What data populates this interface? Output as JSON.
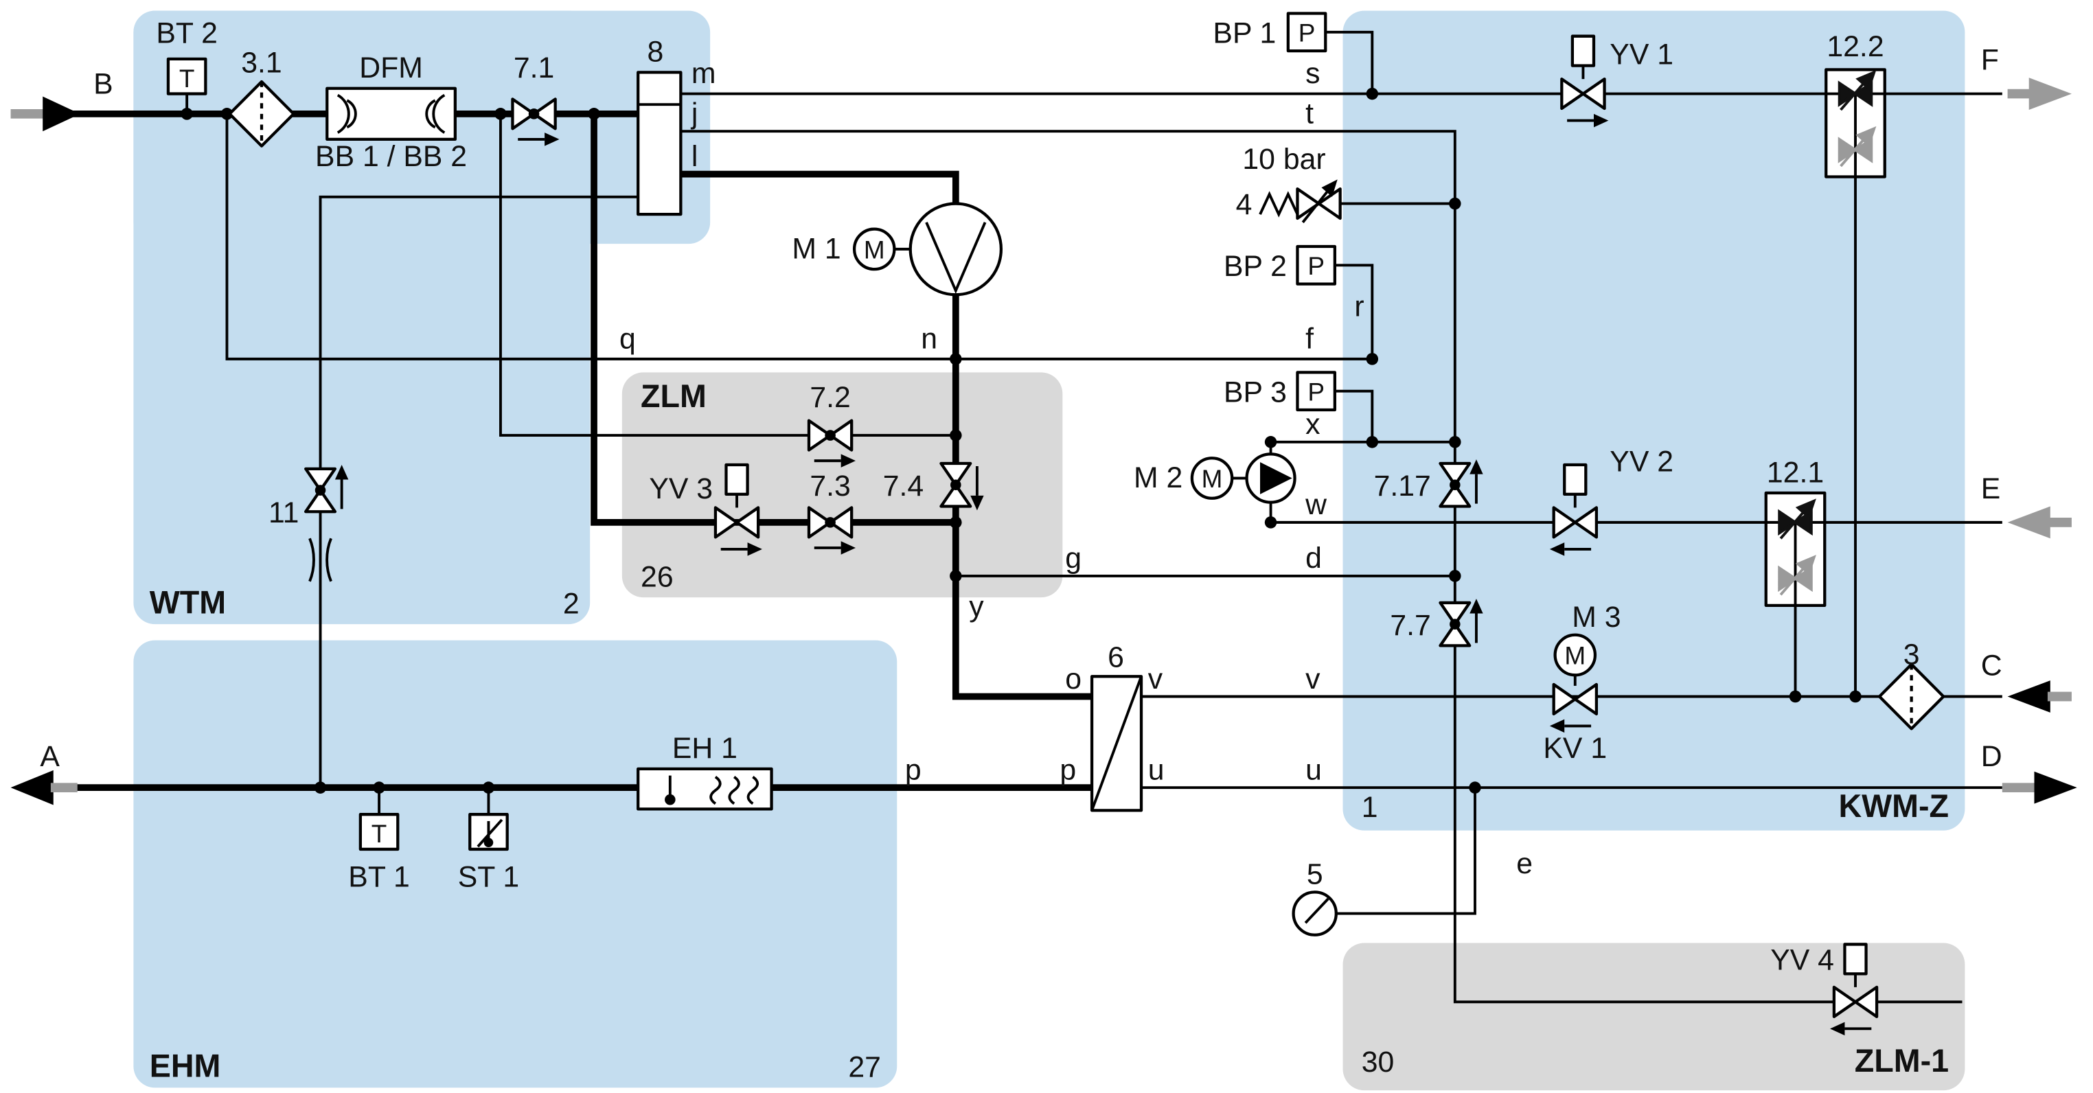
{
  "diagram": {
    "colors": {
      "module_blue": "#c4ddef",
      "module_gray": "#d9d9d9",
      "line_black": "#000000",
      "inactive_gray": "#9a9a9a"
    },
    "regions": {
      "wtm": {
        "name": "WTM",
        "number": "2"
      },
      "ehm": {
        "name": "EHM",
        "number": "27"
      },
      "zlm": {
        "name": "ZLM",
        "number": "26"
      },
      "kwm_z": {
        "name": "KWM-Z",
        "number": "1"
      },
      "zlm_1": {
        "name": "ZLM-1",
        "number": "30"
      }
    },
    "terminals": {
      "a": "A",
      "b": "B",
      "c": "C",
      "d": "D",
      "e": "E",
      "f": "F"
    },
    "ports": {
      "m": "m",
      "j": "j",
      "l": "l",
      "q": "q",
      "n": "n",
      "f": "f",
      "s": "s",
      "t": "t",
      "r": "r",
      "x": "x",
      "w": "w",
      "g": "g",
      "d": "d",
      "y": "y",
      "o": "o",
      "v": "v",
      "p": "p",
      "u": "u",
      "e": "e"
    },
    "components": {
      "bt2": "BT 2",
      "bt1": "BT 1",
      "st1": "ST 1",
      "bp1": "BP 1",
      "bp2": "BP 2",
      "bp3": "BP 3",
      "sensor_t": "T",
      "sensor_p": "P",
      "motor_m": "M",
      "filter_31": "3.1",
      "filter_3": "3",
      "dfm": "DFM",
      "dfm_sub": "BB 1 / BB 2",
      "valve_71": "7.1",
      "valve_72": "7.2",
      "valve_73": "7.3",
      "valve_74": "7.4",
      "valve_717": "7.17",
      "valve_77": "7.7",
      "valve_11": "11",
      "relief_4": "4",
      "relief_setpoint": "10 bar",
      "vessel_8": "8",
      "hx_6": "6",
      "gauge_5": "5",
      "pump_m1": "M 1",
      "pump_m2": "M 2",
      "motor_m3": "M 3",
      "yv1": "YV 1",
      "yv2": "YV 2",
      "yv3": "YV 3",
      "yv4": "YV 4",
      "kv1": "KV 1",
      "check_121": "12.1",
      "check_122": "12.2",
      "heater_eh1": "EH 1"
    }
  }
}
